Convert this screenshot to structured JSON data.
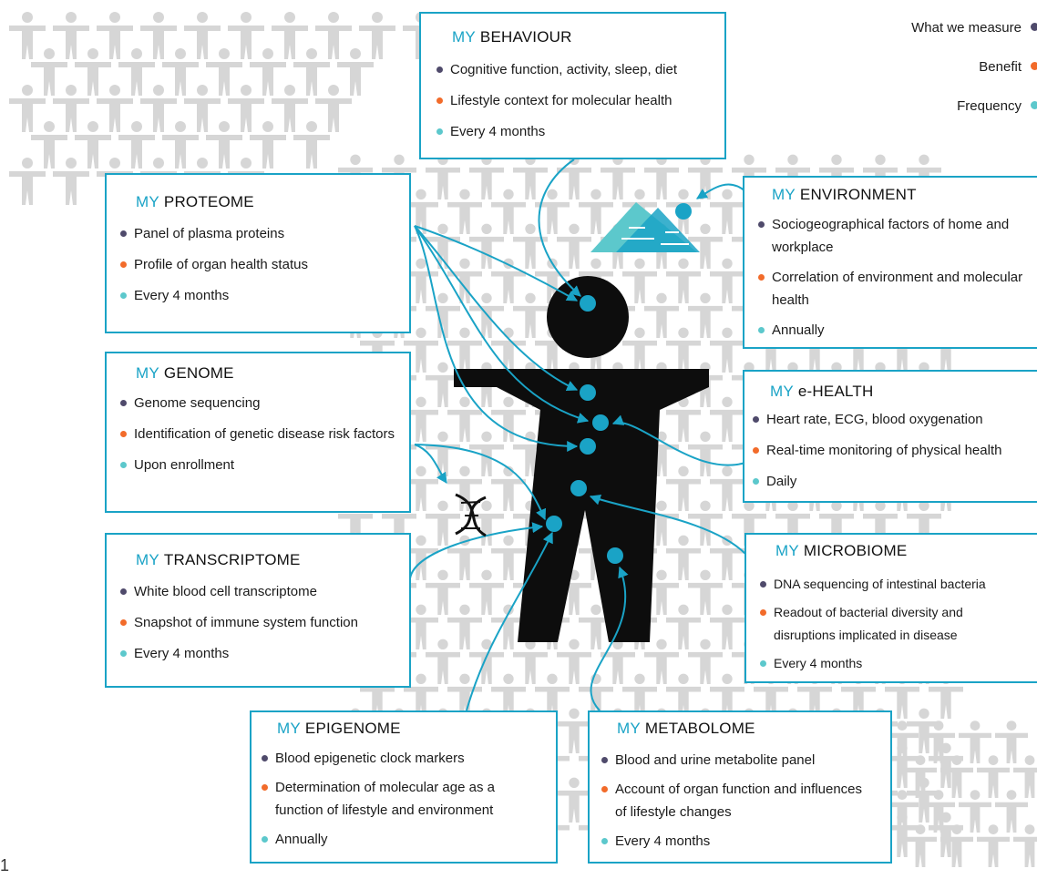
{
  "legend": {
    "measure": "What we measure",
    "benefit": "Benefit",
    "frequency": "Frequency",
    "colors": {
      "measure": "#4f4a6b",
      "benefit": "#f26b2a",
      "frequency": "#5cc8cc"
    }
  },
  "accent_color": "#1aa3c6",
  "page_number": "1",
  "my_label": "MY",
  "modules": {
    "behaviour": {
      "title": "BEHAVIOUR",
      "measure": "Cognitive function, activity, sleep, diet",
      "benefit": "Lifestyle context for molecular health",
      "frequency": "Every 4 months"
    },
    "proteome": {
      "title": "PROTEOME",
      "measure": "Panel of plasma proteins",
      "benefit": "Profile of organ health status",
      "frequency": "Every 4 months"
    },
    "environment": {
      "title": "ENVIRONMENT",
      "measure": "Sociogeographical factors of home and workplace",
      "benefit": "Correlation of environment and molecular health",
      "frequency": "Annually"
    },
    "genome": {
      "title": "GENOME",
      "measure": "Genome sequencing",
      "benefit": "Identification of genetic disease risk factors",
      "frequency": "Upon enrollment"
    },
    "ehealth": {
      "title": "e-HEALTH",
      "measure": "Heart rate, ECG, blood oxygenation",
      "benefit": "Real-time monitoring of physical health",
      "frequency": "Daily"
    },
    "transcriptome": {
      "title": "TRANSCRIPTOME",
      "measure": "White blood cell transcriptome",
      "benefit": "Snapshot of immune system function",
      "frequency": "Every 4 months"
    },
    "microbiome": {
      "title": "MICROBIOME",
      "measure": "DNA sequencing of intestinal bacteria",
      "benefit": "Readout of bacterial diversity and disruptions implicated in disease",
      "frequency": "Every 4 months"
    },
    "epigenome": {
      "title": "EPIGENOME",
      "measure": "Blood epigenetic clock markers",
      "benefit": "Determination of molecular age as a function of lifestyle and environment",
      "frequency": "Annually"
    },
    "metabolome": {
      "title": "METABOLOME",
      "measure": "Blood and urine metabolite panel",
      "benefit": "Account of organ function and influences of lifestyle changes",
      "frequency": "Every 4 months"
    }
  }
}
